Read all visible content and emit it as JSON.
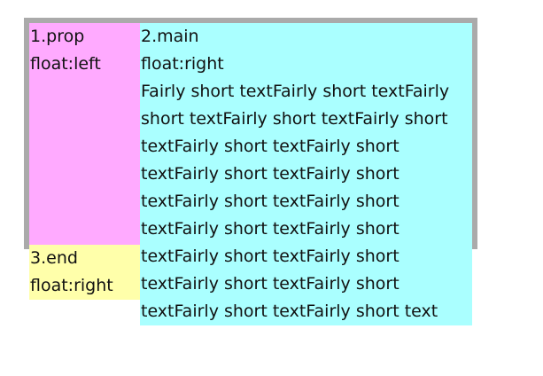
{
  "prop": {
    "title": "1.prop",
    "style": "float:left",
    "color": "#ffaaff"
  },
  "main": {
    "title": "2.main",
    "style": "float:right",
    "text_lines": [
      "Fairly short textFairly short textFairly",
      "short textFairly short textFairly short",
      "textFairly short textFairly short",
      "textFairly short textFairly short",
      "textFairly short textFairly short",
      "textFairly short textFairly short",
      "textFairly short textFairly short",
      "textFairly short textFairly short",
      "textFairly short textFairly short text"
    ],
    "color": "#aaffff"
  },
  "end": {
    "title": "3.end",
    "style": "float:right",
    "color": "#ffffaa"
  },
  "container": {
    "color": "#aaaaaa"
  }
}
